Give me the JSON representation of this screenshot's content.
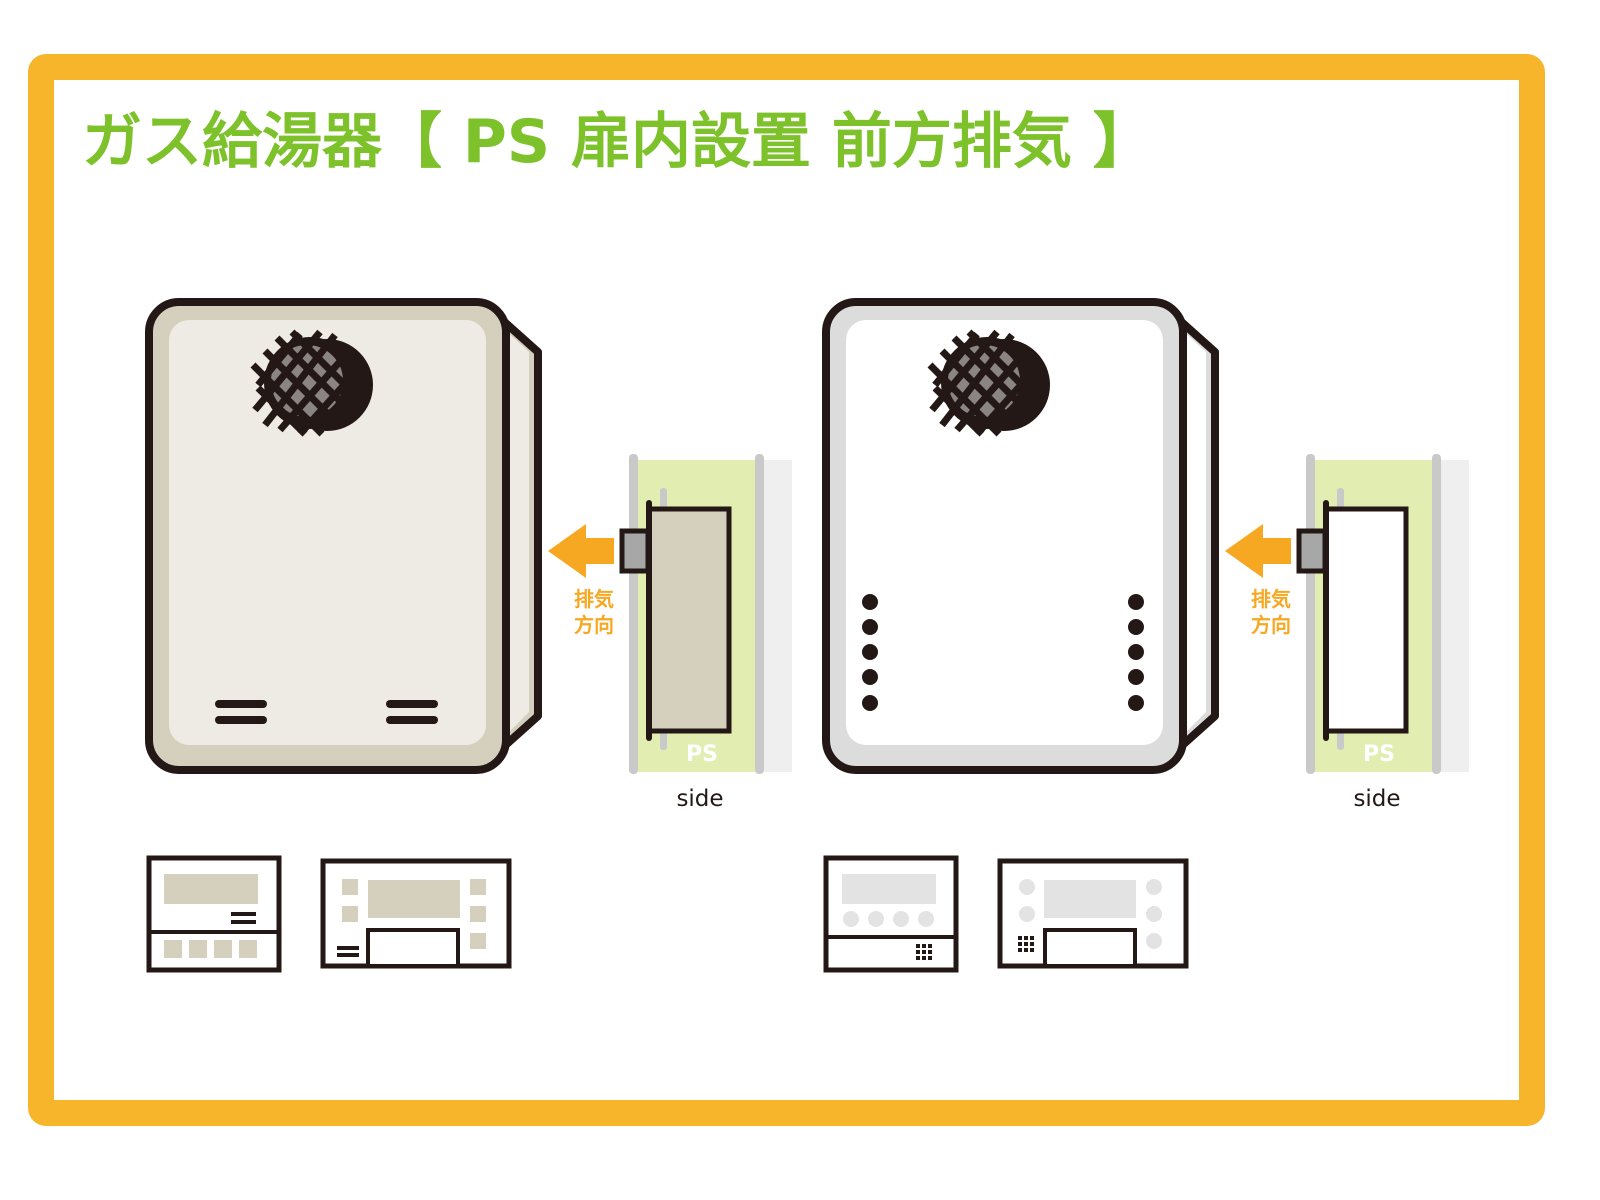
{
  "title": "ガス給湯器【 PS 扉内設置 前方排気 】",
  "colors": {
    "frame": "#F7B52C",
    "title": "#7DC22B",
    "outline": "#231815",
    "beige_body": "#EEEBE4",
    "beige_border": "#D5CFBD",
    "white_body": "#FFFFFF",
    "white_border": "#DCDCDC",
    "ps_area": "#E2EDB1",
    "arrow": "#F7A823"
  },
  "units": [
    {
      "variant": "beige",
      "side_view": {
        "exhaust_label_line1": "排気",
        "exhaust_label_line2": "方向",
        "ps_label": "PS",
        "side_label": "side"
      }
    },
    {
      "variant": "white",
      "side_view": {
        "exhaust_label_line1": "排気",
        "exhaust_label_line2": "方向",
        "ps_label": "PS",
        "side_label": "side"
      }
    }
  ]
}
